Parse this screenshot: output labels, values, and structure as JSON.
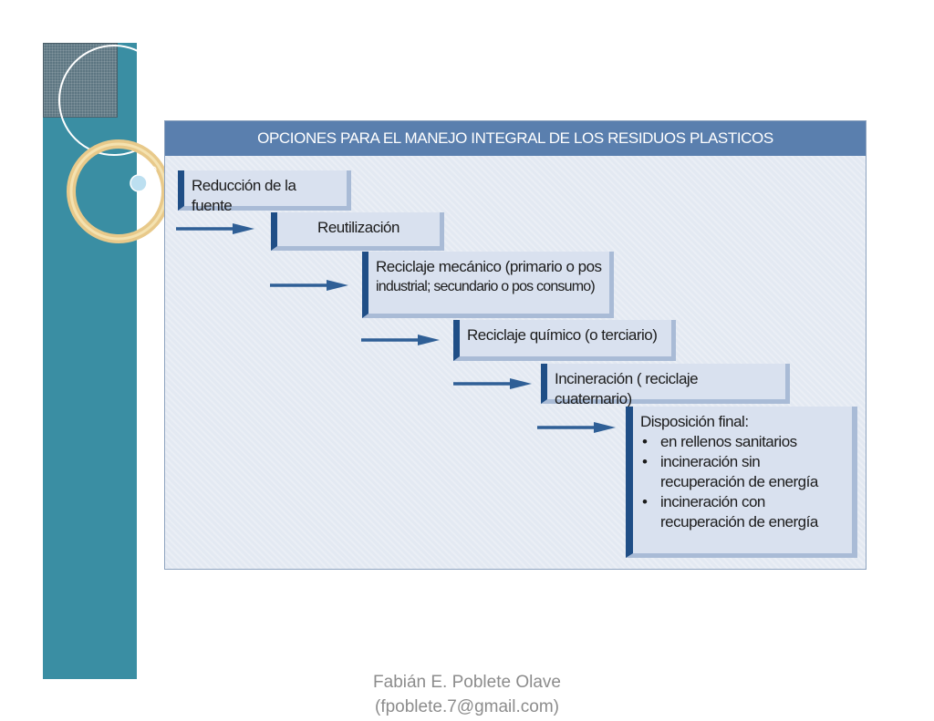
{
  "diagram": {
    "title": "OPCIONES PARA EL MANEJO INTEGRAL DE LOS RESIDUOS PLASTICOS",
    "steps": [
      {
        "lines": [
          "Reducción de la fuente"
        ]
      },
      {
        "lines": [
          "Reutilización"
        ]
      },
      {
        "lines": [
          "Reciclaje mecánico (primario o pos",
          "industrial; secundario o pos consumo)"
        ]
      },
      {
        "lines": [
          "Reciclaje químico (o terciario)"
        ]
      },
      {
        "lines": [
          "Incineración ( reciclaje cuaternario)"
        ]
      },
      {
        "heading": "Disposición final:",
        "bullets": [
          "en rellenos sanitarios",
          "incineración sin recuperación de energía",
          "incineración con recuperación de energía"
        ]
      }
    ]
  },
  "footer": {
    "author": "Fabián E. Poblete Olave",
    "email": "(fpoblete.7@gmail.com)"
  },
  "colors": {
    "sidebar": "#3a8ea3",
    "header": "#5a7fae",
    "arrow": "#2f5f96",
    "box_accent": "#1f4e86"
  }
}
